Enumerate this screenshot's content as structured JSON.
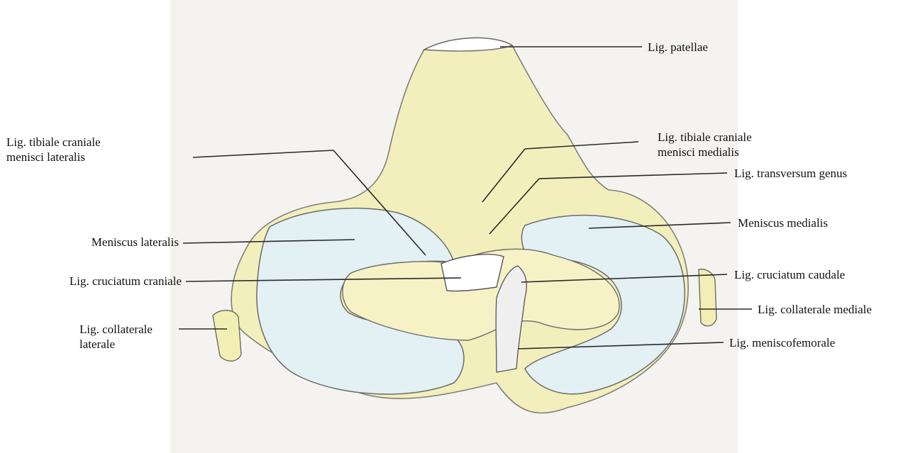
{
  "labels": {
    "patellae": "Lig. patellae",
    "tib_lat_1": "Lig. tibiale craniale",
    "tib_lat_2": "menisci lateralis",
    "tib_med_1": "Lig. tibiale craniale",
    "tib_med_2": "menisci medialis",
    "transversum": "Lig. transversum genus",
    "men_lat": "Meniscus lateralis",
    "men_med": "Meniscus medialis",
    "cruc_cran": "Lig. cruciatum craniale",
    "cruc_caud": "Lig. cruciatum caudale",
    "coll_lat_1": "Lig. collaterale",
    "coll_lat_2": "laterale",
    "coll_med": "Lig. collaterale mediale",
    "meniscofem": "Lig. meniscofemorale"
  },
  "colors": {
    "outline": "#6b6b6b",
    "paper": "#f4f3ef",
    "yellow_wash": "#f3efb4",
    "blue_wash": "#d9ecf2",
    "leader": "#2a2a2a"
  }
}
